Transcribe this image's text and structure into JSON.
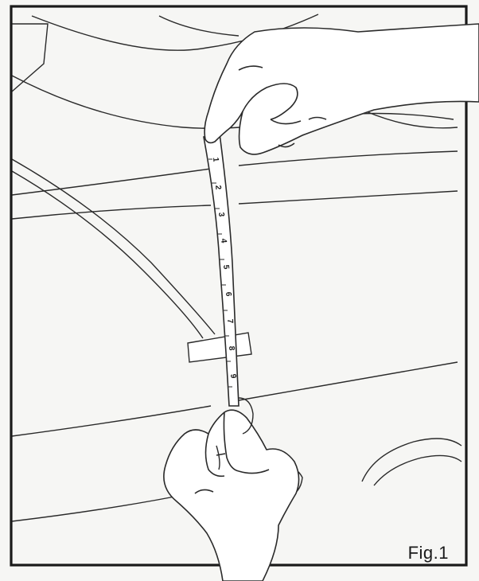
{
  "figure": {
    "label": "Fig.1",
    "tape_numbers": [
      "1",
      "2",
      "3",
      "4",
      "5",
      "6",
      "7",
      "8",
      "9"
    ],
    "colors": {
      "background": "#f6f6f4",
      "line": "#2a2a2a",
      "frame": "#1a1a1a",
      "skin_fill": "#ffffff",
      "tape_fill": "#ffffff"
    }
  }
}
